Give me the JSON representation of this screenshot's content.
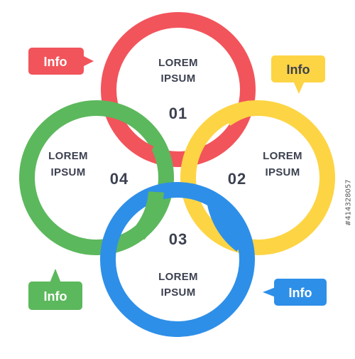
{
  "colors": {
    "red": "#f2545b",
    "yellow": "#fdd444",
    "green": "#5cb85c",
    "blue": "#2e8fe8",
    "text": "#3c4150"
  },
  "rings": {
    "top": {
      "num": "01",
      "line1": "LOREM",
      "line2": "IPSUM",
      "color": "red"
    },
    "right": {
      "num": "02",
      "line1": "LOREM",
      "line2": "IPSUM",
      "color": "yellow"
    },
    "bottom": {
      "num": "03",
      "line1": "LOREM",
      "line2": "IPSUM",
      "color": "blue"
    },
    "left": {
      "num": "04",
      "line1": "LOREM",
      "line2": "IPSUM",
      "color": "green"
    }
  },
  "callouts": {
    "top_left": {
      "text": "Info",
      "color": "red"
    },
    "top_right": {
      "text": "Info",
      "color": "yellow"
    },
    "bottom_left": {
      "text": "Info",
      "color": "green"
    },
    "bottom_right": {
      "text": "Info",
      "color": "blue"
    }
  },
  "watermark": "#414328057"
}
